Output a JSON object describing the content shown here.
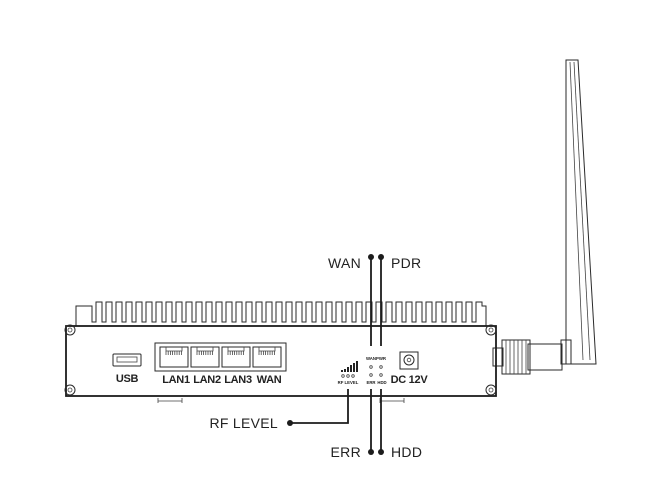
{
  "callouts": {
    "wan": "WAN",
    "pdr": "PDR",
    "rf_level": "RF LEVEL",
    "err": "ERR",
    "hdd": "HDD"
  },
  "panel": {
    "usb": "USB",
    "lan1": "LAN1",
    "lan2": "LAN2",
    "lan3": "LAN3",
    "wan": "WAN",
    "dc": "DC 12V",
    "led_top": "WANPWR",
    "led_rf": "RF LEVEL",
    "led_err": "ERR",
    "led_hdd": "HDD"
  },
  "colors": {
    "line": "#1c1c1c",
    "background": "#ffffff"
  }
}
